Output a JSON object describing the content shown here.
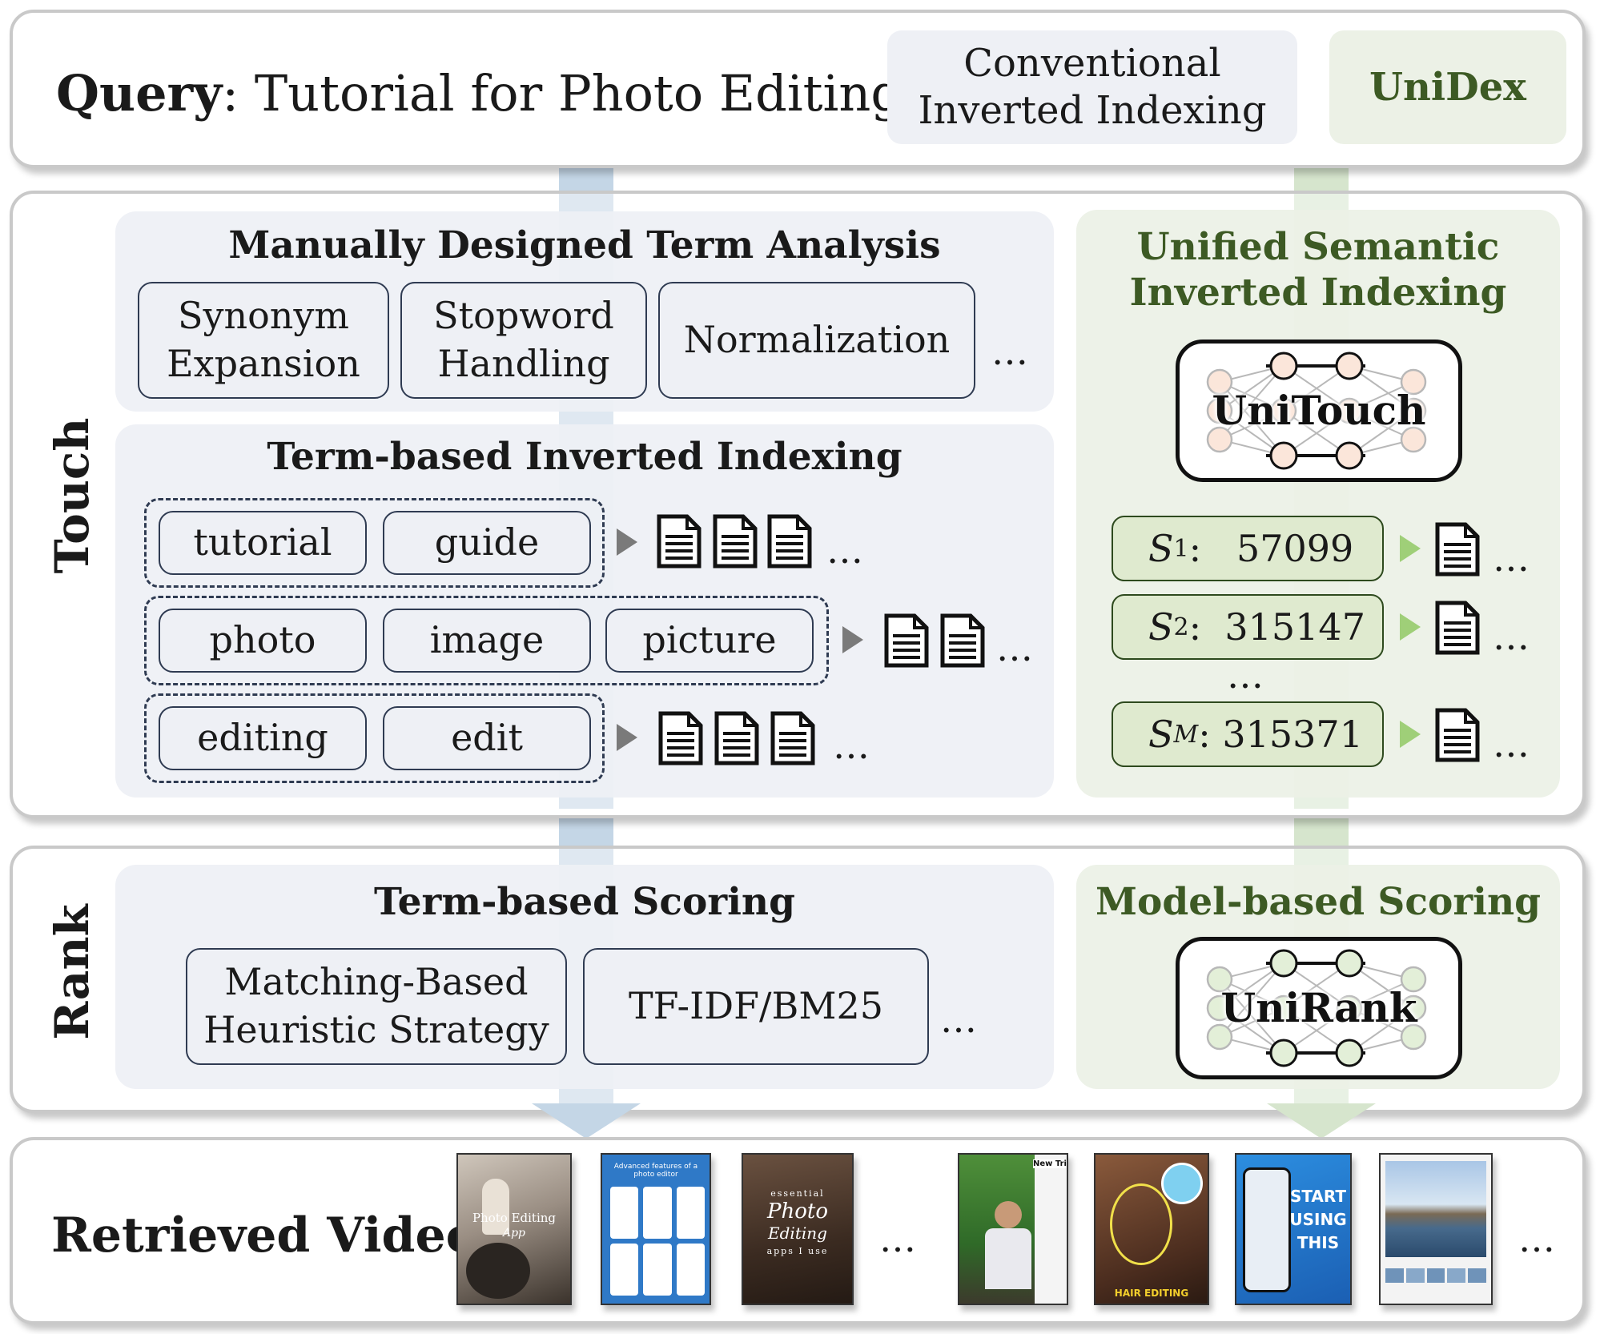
{
  "query": {
    "label": "Query",
    "text": ": Tutorial for Photo Editing",
    "conventional_label": "Conventional\nInverted Indexing",
    "unidex_label": "UniDex"
  },
  "touch": {
    "section_label": "Touch",
    "term_analysis": {
      "title": "Manually Designed Term Analysis",
      "boxes": [
        "Synonym\nExpansion",
        "Stopword\nHandling",
        "Normalization"
      ],
      "ellipsis": "…"
    },
    "inverted_indexing": {
      "title": "Term-based Inverted Indexing",
      "groups": [
        {
          "terms": [
            "tutorial",
            "guide"
          ],
          "ellipsis": "…"
        },
        {
          "terms": [
            "photo",
            "image",
            "picture"
          ],
          "ellipsis": "…"
        },
        {
          "terms": [
            "editing",
            "edit"
          ],
          "ellipsis": "…"
        }
      ]
    },
    "semantic": {
      "title": "Unified Semantic\nInverted Indexing",
      "model_name": "UniTouch",
      "ids": [
        {
          "sym": "S",
          "sub": "1",
          "value": "57099",
          "ellipsis": "…"
        },
        {
          "sym": "S",
          "sub": "2",
          "value": "315147",
          "ellipsis": "…"
        },
        {
          "sym": "S",
          "sub": "M",
          "value": "315371",
          "ellipsis": "…"
        }
      ],
      "mid_ellipsis": "…"
    }
  },
  "rank": {
    "section_label": "Rank",
    "term_scoring": {
      "title": "Term-based Scoring",
      "boxes": [
        "Matching-Based\nHeuristic Strategy",
        "TF-IDF/BM25"
      ],
      "ellipsis": "…"
    },
    "model_scoring": {
      "title": "Model-based Scoring",
      "model_name": "UniRank"
    }
  },
  "retrieved": {
    "label": "Retrieved Videos",
    "colon": ":",
    "left_ellipsis": "…",
    "right_ellipsis": "…",
    "thumb_texts": {
      "t1": "Photo Editing",
      "t1b": "App",
      "t2": "Advanced features of a photo editor",
      "t3a": "essential",
      "t3b": "Photo",
      "t3c": "Editing",
      "t3d": "apps I use",
      "t4": "New Tri",
      "t5": "HAIR EDITING",
      "t6": "START\nUSING\nTHIS"
    }
  },
  "colors": {
    "blue_flow": "#c4d6e6",
    "green_flow": "#d6e5cd",
    "green_text": "#3d5a24",
    "green_box": "#dfeacf",
    "arrow_green": "#9fcf78"
  }
}
